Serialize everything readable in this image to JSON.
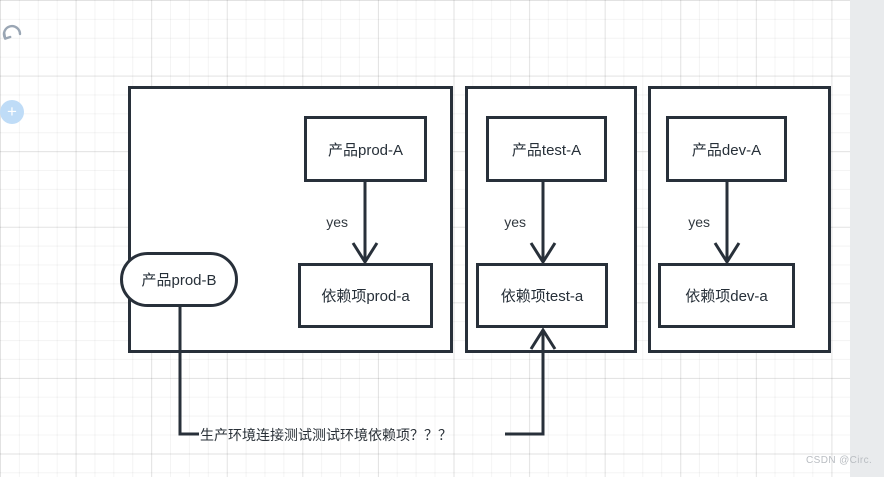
{
  "canvas": {
    "background": "#ffffff",
    "grid_color": "#ececec",
    "stroke_color": "#28303a"
  },
  "toolbar": {
    "redo_icon": "redo-arrow-icon",
    "add_icon": "plus-icon",
    "add_label": "+"
  },
  "groups": [
    {
      "id": "prod-group",
      "nodes": {
        "product": "产品prod-A",
        "dependency": "依赖项prod-a",
        "product_b": "产品prod-B"
      },
      "edge_label": "yes"
    },
    {
      "id": "test-group",
      "nodes": {
        "product": "产品test-A",
        "dependency": "依赖项test-a"
      },
      "edge_label": "yes"
    },
    {
      "id": "dev-group",
      "nodes": {
        "product": "产品dev-A",
        "dependency": "依赖项dev-a"
      },
      "edge_label": "yes"
    }
  ],
  "cross_edge": {
    "label": "生产环境连接测试测试环境依赖项？？？"
  },
  "watermark": {
    "text": "CSDN @Circ."
  }
}
